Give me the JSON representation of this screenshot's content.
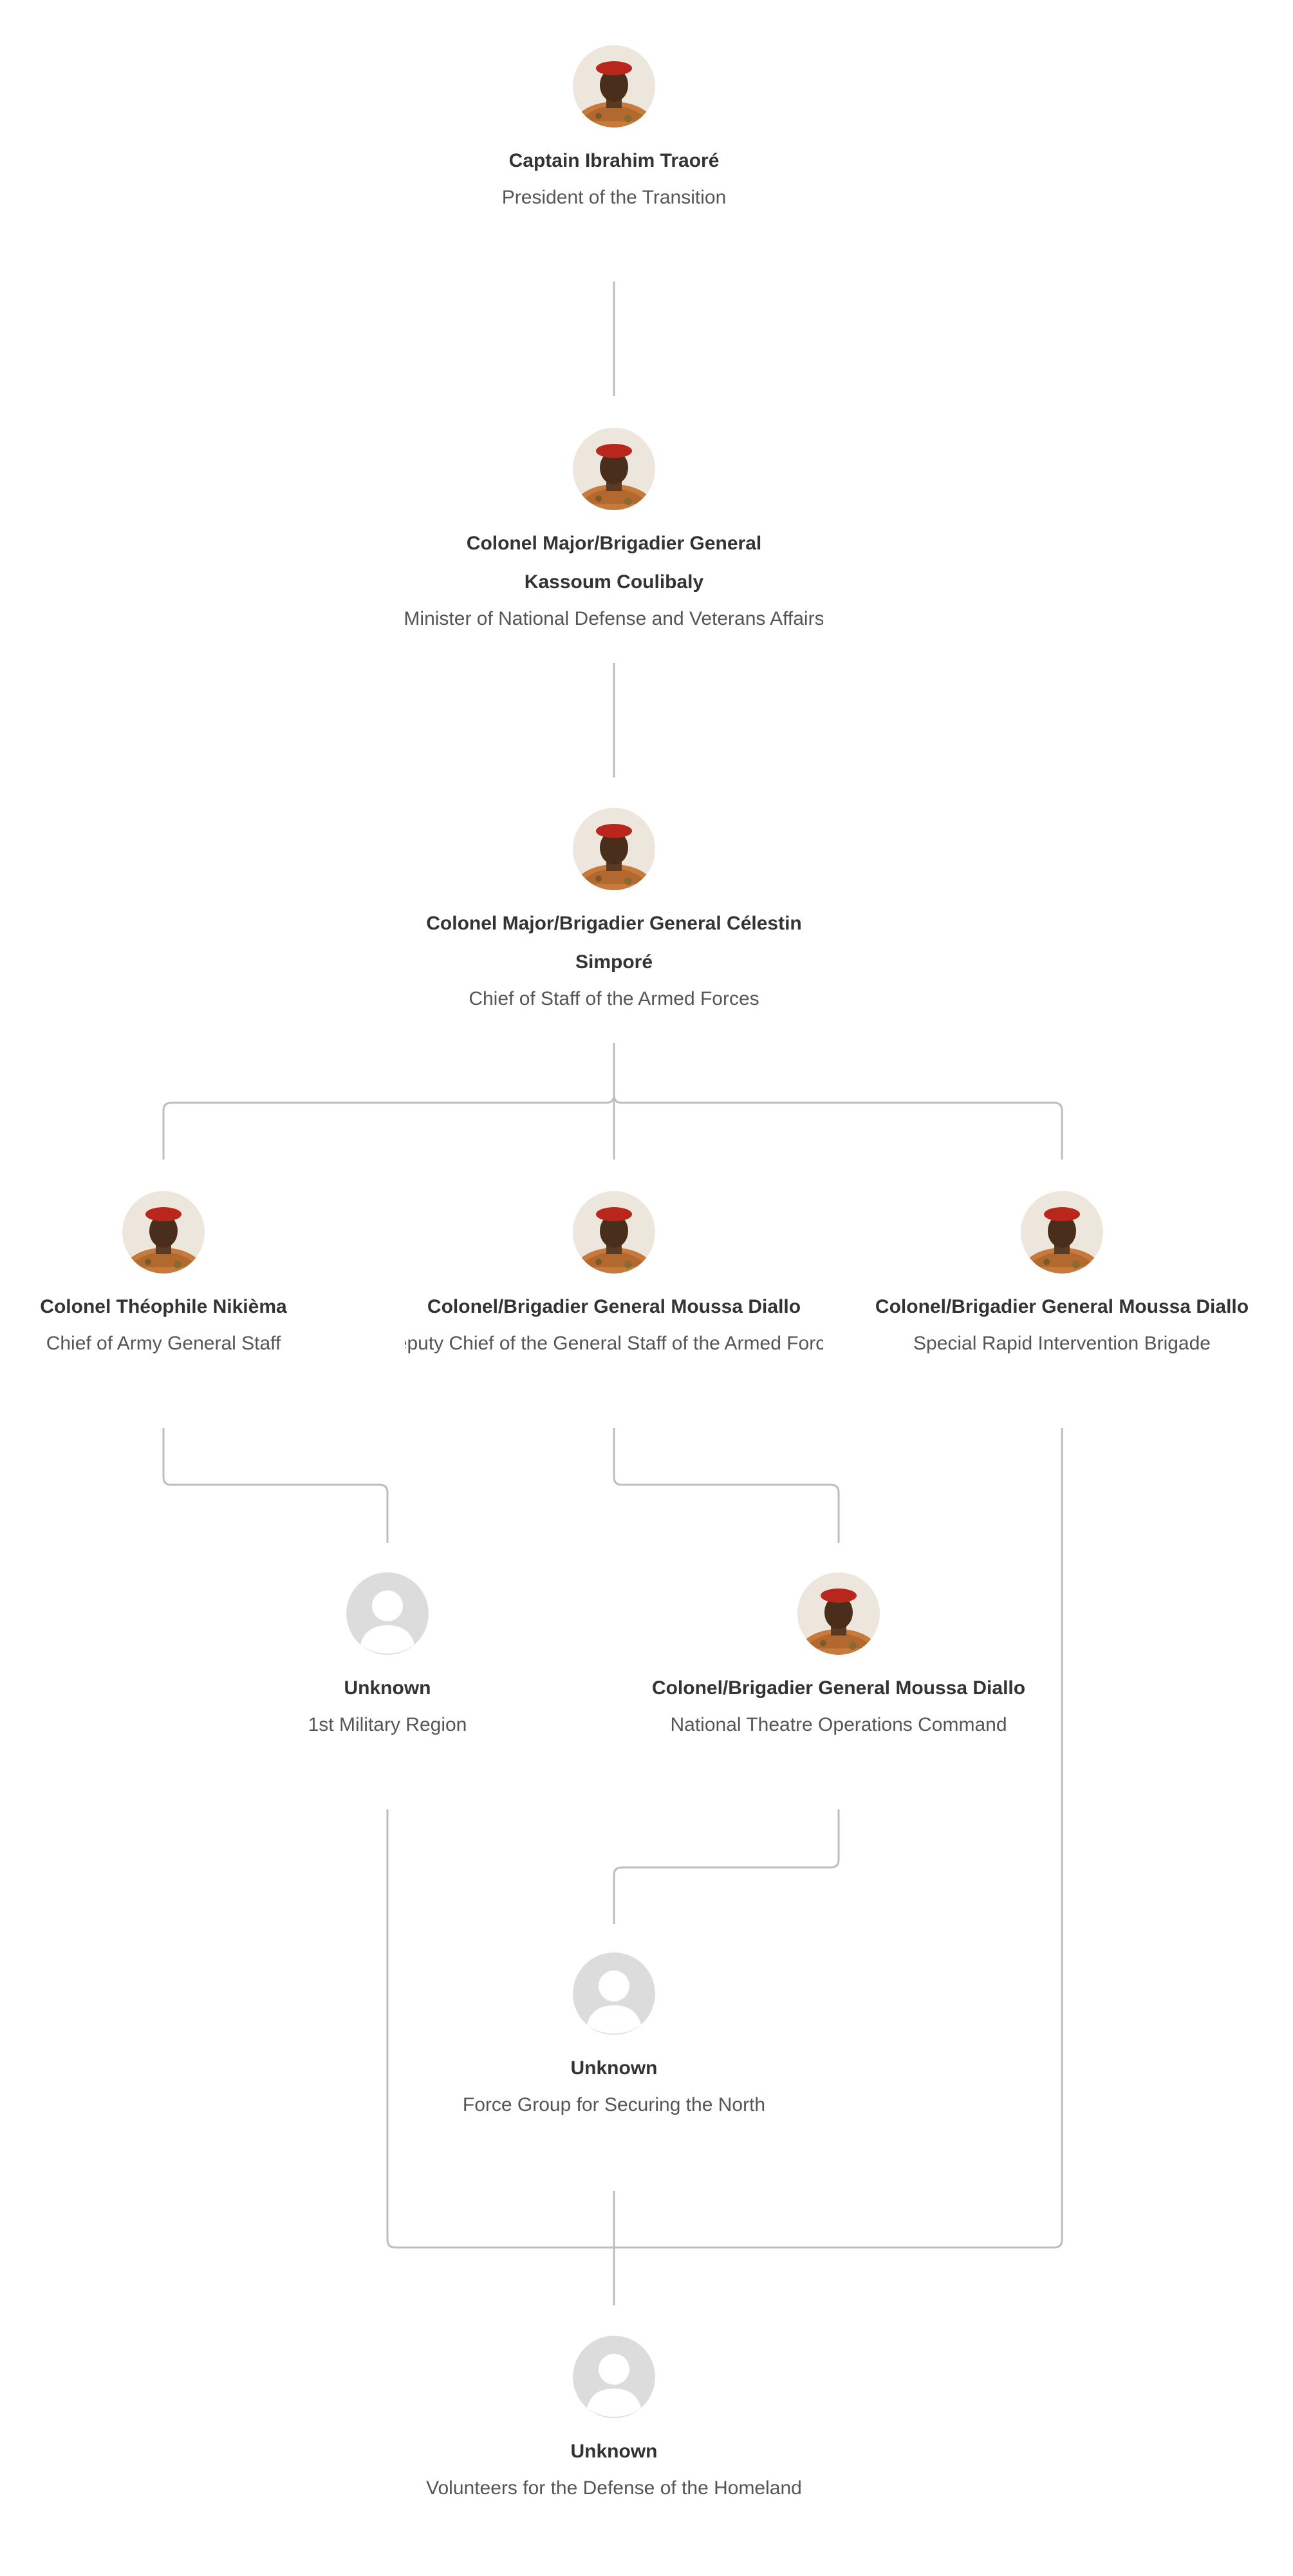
{
  "colors": {
    "line": "#bdbdbd",
    "name": "#333333",
    "title": "#555555",
    "placeholder": "#dcdcdc"
  },
  "nodes": [
    {
      "name": "Captain Ibrahim Traoré",
      "title": "President of the Transition",
      "avatar": "photo"
    },
    {
      "name": "Colonel Major/Brigadier General Kassoum Coulibaly",
      "title": "Minister of National Defense and Veterans Affairs",
      "avatar": "photo"
    },
    {
      "name": "Colonel Major/Brigadier General Célestin Simporé",
      "title": "Chief of Staff of the Armed Forces",
      "avatar": "photo"
    },
    {
      "name": "Colonel Théophile Nikièma",
      "title": "Chief of Army General Staff",
      "avatar": "photo"
    },
    {
      "name": "Colonel/Brigadier General Moussa Diallo",
      "title": "Deputy Chief of the General Staff of the Armed Forces",
      "avatar": "photo"
    },
    {
      "name": "Colonel/Brigadier General Moussa Diallo",
      "title": "Special Rapid Intervention Brigade",
      "avatar": "photo"
    },
    {
      "name": "Unknown",
      "title": "1st Military Region",
      "avatar": "placeholder-user-icon"
    },
    {
      "name": "Colonel/Brigadier General Moussa Diallo",
      "title": "National Theatre Operations Command",
      "avatar": "photo"
    },
    {
      "name": "Unknown",
      "title": "Force Group for Securing the North",
      "avatar": "placeholder-user-icon"
    },
    {
      "name": "Unknown",
      "title": "Volunteers for the Defense of the Homeland",
      "avatar": "placeholder-user-icon"
    }
  ]
}
